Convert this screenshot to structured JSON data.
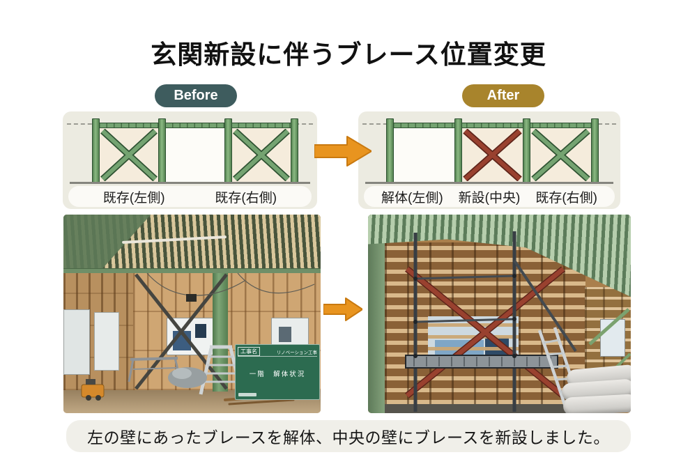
{
  "title": "玄関新設に伴うブレース位置変更",
  "badges": {
    "before": "Before",
    "after": "After"
  },
  "before_diagram": {
    "bays": [
      "green",
      "none",
      "green"
    ],
    "labels": [
      "既存(左側)",
      "既存(右側)"
    ]
  },
  "after_diagram": {
    "bays": [
      "none",
      "red",
      "green"
    ],
    "labels": [
      "解体(左側)",
      "新設(中央)",
      "既存(右側)"
    ]
  },
  "site_board": {
    "name_label": "工事名",
    "project": "リノベーション工事",
    "status": "一階　解体状況"
  },
  "caption": "左の壁にあったブレースを解体、中央の壁にブレースを新設しました。",
  "colors": {
    "badge_before": "#3e5c5e",
    "badge_after": "#a8842c",
    "accent_orange": "#e8941f",
    "accent_orange_dark": "#c9790f",
    "frame_green": "#74a371",
    "frame_green_dark": "#2e5232",
    "brace_red": "#99412f",
    "brace_red_dark": "#5e241a",
    "bay_filled": "#f5ecdc",
    "bay_empty": "#fdfcf8",
    "panel_bg": "#ecebe1",
    "labelbar_bg": "#fbfaf6",
    "caption_bg": "#f0efe9",
    "board_green": "#2c6b50"
  }
}
